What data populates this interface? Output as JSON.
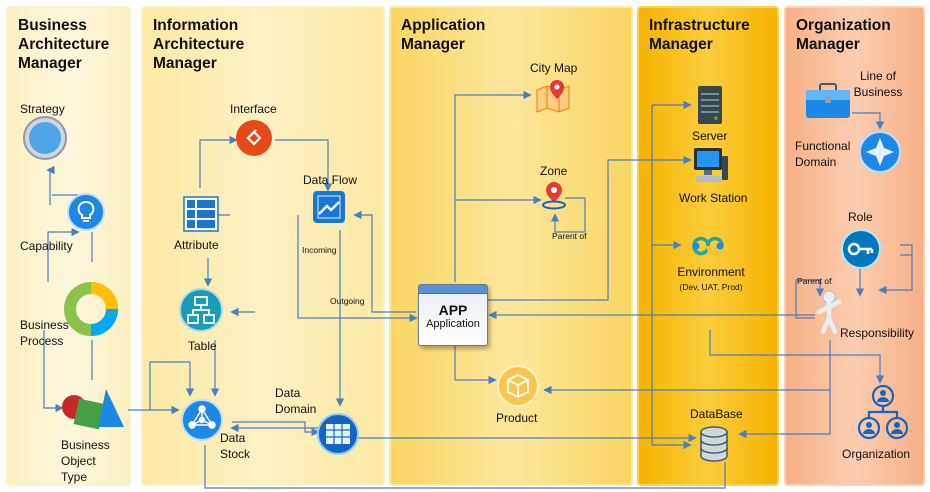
{
  "lanes": {
    "business": {
      "title": "Business\nArchitecture\nManager"
    },
    "information": {
      "title": "Information\nArchitecture\nManager"
    },
    "application": {
      "title": "Application\nManager"
    },
    "infrastructure": {
      "title": "Infrastructure\nManager"
    },
    "organization": {
      "title": "Organization\nManager"
    }
  },
  "nodes": {
    "strategy": "Strategy",
    "capability": "Capability",
    "business_process": "Business\nProcess",
    "business_object_type": "Business\nObject\nType",
    "interface": "Interface",
    "attribute": "Attribute",
    "data_flow": "Data Flow",
    "table": "Table",
    "data_stock": "Data\nStock",
    "data_domain": "Data\nDomain",
    "city_map": "City Map",
    "zone": "Zone",
    "app_badge": "APP",
    "application": "Application",
    "product": "Product",
    "server": "Server",
    "work_station": "Work Station",
    "environment": "Environment",
    "environment_detail": "(Dev, UAT, Prod)",
    "database": "DataBase",
    "line_of_business": "Line of\nBusiness",
    "functional_domain": "Functional\nDomain",
    "role": "Role",
    "responsibility": "Responsibility",
    "organization": "Organization"
  },
  "edge_labels": {
    "incoming": "Incoming",
    "outgoing": "Outgoing",
    "zone_parent_of": "Parent of",
    "resp_parent_of": "Parent of"
  },
  "colors": {
    "business_lane": "#fdf3c6",
    "information_lane": "#fde9a6",
    "application_lane": "#fbd96a",
    "infrastructure_lane": "#f7b800",
    "organization_lane": "#f8b78c",
    "connector": "#4a7fc0"
  }
}
